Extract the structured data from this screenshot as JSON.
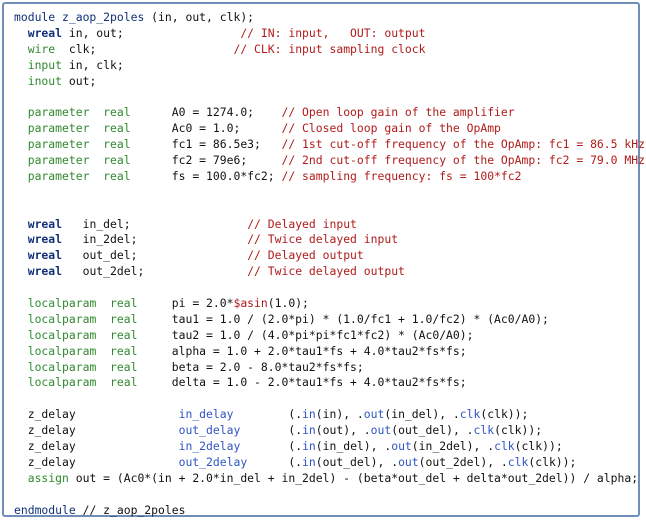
{
  "window": {
    "title": "Verilog-AMS source: z_aop_2poles"
  },
  "code_lines": [
    [
      {
        "t": "module z_aop_2poles",
        "c": "kw"
      },
      {
        "t": " (in, out, clk);",
        "c": "plain"
      }
    ],
    [
      {
        "t": "  ",
        "c": "plain"
      },
      {
        "t": "wreal",
        "c": "wreal"
      },
      {
        "t": " in, out;                 ",
        "c": "plain"
      },
      {
        "t": "// IN: input,   OUT: output",
        "c": "comment"
      }
    ],
    [
      {
        "t": "  ",
        "c": "plain"
      },
      {
        "t": "wire",
        "c": "green"
      },
      {
        "t": "  clk;                    ",
        "c": "plain"
      },
      {
        "t": "// CLK: input sampling clock",
        "c": "comment"
      }
    ],
    [
      {
        "t": "  ",
        "c": "plain"
      },
      {
        "t": "input",
        "c": "green"
      },
      {
        "t": " in, clk;",
        "c": "plain"
      }
    ],
    [
      {
        "t": "  ",
        "c": "plain"
      },
      {
        "t": "inout",
        "c": "green"
      },
      {
        "t": " out;",
        "c": "plain"
      }
    ],
    [],
    [
      {
        "t": "  ",
        "c": "plain"
      },
      {
        "t": "parameter  real",
        "c": "green"
      },
      {
        "t": "      A0 = 1274.0;    ",
        "c": "plain"
      },
      {
        "t": "// Open loop gain of the amplifier",
        "c": "comment"
      }
    ],
    [
      {
        "t": "  ",
        "c": "plain"
      },
      {
        "t": "parameter  real",
        "c": "green"
      },
      {
        "t": "      Ac0 = 1.0;      ",
        "c": "plain"
      },
      {
        "t": "// Closed loop gain of the OpAmp",
        "c": "comment"
      }
    ],
    [
      {
        "t": "  ",
        "c": "plain"
      },
      {
        "t": "parameter  real",
        "c": "green"
      },
      {
        "t": "      fc1 = 86.5e3;   ",
        "c": "plain"
      },
      {
        "t": "// 1st cut-off frequency of the OpAmp: fc1 = 86.5 kHz",
        "c": "comment"
      }
    ],
    [
      {
        "t": "  ",
        "c": "plain"
      },
      {
        "t": "parameter  real",
        "c": "green"
      },
      {
        "t": "      fc2 = 79e6;     ",
        "c": "plain"
      },
      {
        "t": "// 2nd cut-off frequency of the OpAmp: fc2 = 79.0 MHz",
        "c": "comment"
      }
    ],
    [
      {
        "t": "  ",
        "c": "plain"
      },
      {
        "t": "parameter  real",
        "c": "green"
      },
      {
        "t": "      fs = 100.0*fc2; ",
        "c": "plain"
      },
      {
        "t": "// sampling frequency: fs = 100*fc2",
        "c": "comment"
      }
    ],
    [],
    [],
    [
      {
        "t": "  ",
        "c": "plain"
      },
      {
        "t": "wreal",
        "c": "wreal"
      },
      {
        "t": "   in_del;                 ",
        "c": "plain"
      },
      {
        "t": "// Delayed input",
        "c": "comment"
      }
    ],
    [
      {
        "t": "  ",
        "c": "plain"
      },
      {
        "t": "wreal",
        "c": "wreal"
      },
      {
        "t": "   in_2del;                ",
        "c": "plain"
      },
      {
        "t": "// Twice delayed input",
        "c": "comment"
      }
    ],
    [
      {
        "t": "  ",
        "c": "plain"
      },
      {
        "t": "wreal",
        "c": "wreal"
      },
      {
        "t": "   out_del;                ",
        "c": "plain"
      },
      {
        "t": "// Delayed output",
        "c": "comment"
      }
    ],
    [
      {
        "t": "  ",
        "c": "plain"
      },
      {
        "t": "wreal",
        "c": "wreal"
      },
      {
        "t": "   out_2del;               ",
        "c": "plain"
      },
      {
        "t": "// Twice delayed output",
        "c": "comment"
      }
    ],
    [],
    [
      {
        "t": "  ",
        "c": "plain"
      },
      {
        "t": "localparam  real",
        "c": "green"
      },
      {
        "t": "     pi = 2.0*",
        "c": "plain"
      },
      {
        "t": "$asin",
        "c": "comment"
      },
      {
        "t": "(1.0);",
        "c": "plain"
      }
    ],
    [
      {
        "t": "  ",
        "c": "plain"
      },
      {
        "t": "localparam  real",
        "c": "green"
      },
      {
        "t": "     tau1 = 1.0 / (2.0*pi) * (1.0/fc1 + 1.0/fc2) * (Ac0/A0);",
        "c": "plain"
      }
    ],
    [
      {
        "t": "  ",
        "c": "plain"
      },
      {
        "t": "localparam  real",
        "c": "green"
      },
      {
        "t": "     tau2 = 1.0 / (4.0*pi*pi*fc1*fc2) * (Ac0/A0);",
        "c": "plain"
      }
    ],
    [
      {
        "t": "  ",
        "c": "plain"
      },
      {
        "t": "localparam  real",
        "c": "green"
      },
      {
        "t": "     alpha = 1.0 + 2.0*tau1*fs + 4.0*tau2*fs*fs;",
        "c": "plain"
      }
    ],
    [
      {
        "t": "  ",
        "c": "plain"
      },
      {
        "t": "localparam  real",
        "c": "green"
      },
      {
        "t": "     beta = 2.0 - 8.0*tau2*fs*fs;",
        "c": "plain"
      }
    ],
    [
      {
        "t": "  ",
        "c": "plain"
      },
      {
        "t": "localparam  real",
        "c": "green"
      },
      {
        "t": "     delta = 1.0 - 2.0*tau1*fs + 4.0*tau2*fs*fs;",
        "c": "plain"
      }
    ],
    [],
    [
      {
        "t": "  z_delay               ",
        "c": "plain"
      },
      {
        "t": "in_delay",
        "c": "blue"
      },
      {
        "t": "        (.",
        "c": "plain"
      },
      {
        "t": "in",
        "c": "blue"
      },
      {
        "t": "(in), .",
        "c": "plain"
      },
      {
        "t": "out",
        "c": "blue"
      },
      {
        "t": "(in_del), .",
        "c": "plain"
      },
      {
        "t": "clk",
        "c": "blue"
      },
      {
        "t": "(clk));",
        "c": "plain"
      }
    ],
    [
      {
        "t": "  z_delay               ",
        "c": "plain"
      },
      {
        "t": "out_delay",
        "c": "blue"
      },
      {
        "t": "       (.",
        "c": "plain"
      },
      {
        "t": "in",
        "c": "blue"
      },
      {
        "t": "(out), .",
        "c": "plain"
      },
      {
        "t": "out",
        "c": "blue"
      },
      {
        "t": "(out_del), .",
        "c": "plain"
      },
      {
        "t": "clk",
        "c": "blue"
      },
      {
        "t": "(clk));",
        "c": "plain"
      }
    ],
    [
      {
        "t": "  z_delay               ",
        "c": "plain"
      },
      {
        "t": "in_2delay",
        "c": "blue"
      },
      {
        "t": "       (.",
        "c": "plain"
      },
      {
        "t": "in",
        "c": "blue"
      },
      {
        "t": "(in_del), .",
        "c": "plain"
      },
      {
        "t": "out",
        "c": "blue"
      },
      {
        "t": "(in_2del), .",
        "c": "plain"
      },
      {
        "t": "clk",
        "c": "blue"
      },
      {
        "t": "(clk));",
        "c": "plain"
      }
    ],
    [
      {
        "t": "  z_delay               ",
        "c": "plain"
      },
      {
        "t": "out_2delay",
        "c": "blue"
      },
      {
        "t": "      (.",
        "c": "plain"
      },
      {
        "t": "in",
        "c": "blue"
      },
      {
        "t": "(out_del), .",
        "c": "plain"
      },
      {
        "t": "out",
        "c": "blue"
      },
      {
        "t": "(out_2del), .",
        "c": "plain"
      },
      {
        "t": "clk",
        "c": "blue"
      },
      {
        "t": "(clk));",
        "c": "plain"
      }
    ],
    [
      {
        "t": "  ",
        "c": "plain"
      },
      {
        "t": "assign",
        "c": "green"
      },
      {
        "t": " out = (Ac0*(in + 2.0*in_del + in_2del) - (beta*out_del + delta*out_2del)) / alpha;",
        "c": "plain"
      }
    ],
    [],
    [
      {
        "t": "endmodule",
        "c": "kw"
      },
      {
        "t": " // z_aop_2poles",
        "c": "plain"
      }
    ]
  ]
}
